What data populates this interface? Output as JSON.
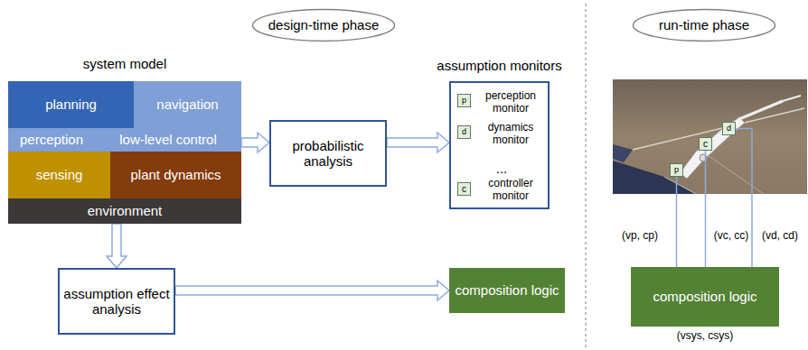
{
  "diagram": {
    "nodes": [
      {
        "text": [
          "design-time phase"
        ]
      },
      {
        "text": [
          "run-time phase"
        ]
      },
      {
        "text": [
          "system model"
        ]
      },
      {
        "text": [
          "planning"
        ],
        "in": 2
      },
      {
        "text": [
          "navigation"
        ],
        "in": 2
      },
      {
        "text": [
          "perception"
        ],
        "in": 2
      },
      {
        "text": [
          "low-level control"
        ],
        "in": 2
      },
      {
        "text": [
          "sensing"
        ],
        "in": 2
      },
      {
        "text": [
          "plant dynamics"
        ],
        "in": 2
      },
      {
        "text": [
          "environment"
        ],
        "in": 2
      },
      {
        "text": [
          "probabilistic analysis"
        ]
      },
      {
        "text": [
          "assumption monitors"
        ]
      },
      {
        "text": [
          "p"
        ],
        "in": 11
      },
      {
        "text": [
          "d"
        ],
        "in": 11
      },
      {
        "text": [
          "c"
        ],
        "in": 11
      },
      {
        "text": [
          "assumption effect analysis"
        ]
      },
      {
        "text": [
          "composition logic"
        ]
      },
      {
        "text": [
          "p"
        ]
      },
      {
        "text": [
          "c"
        ]
      },
      {
        "text": [
          "d"
        ]
      },
      {
        "text": [
          "composition logic"
        ]
      }
    ],
    "edges": [
      {
        "from": 2,
        "to": 10,
        "arrow": "to"
      },
      {
        "from": 10,
        "to": 11,
        "arrow": "to"
      },
      {
        "from": 2,
        "to": 15,
        "arrow": "to"
      },
      {
        "from": 15,
        "to": 16,
        "arrow": "to"
      },
      {
        "from": 17,
        "to": 20,
        "arrow": "none",
        "label": "(vp, cp)"
      },
      {
        "from": 18,
        "to": 20,
        "arrow": "none",
        "label": "(vc, cc)"
      },
      {
        "from": 19,
        "to": 20,
        "arrow": "none",
        "label": "(vd, cd)"
      }
    ],
    "labels": [
      "perception monitor",
      "dynamics monitor",
      "...",
      "controller monitor",
      "(vsys, csys)"
    ]
  }
}
